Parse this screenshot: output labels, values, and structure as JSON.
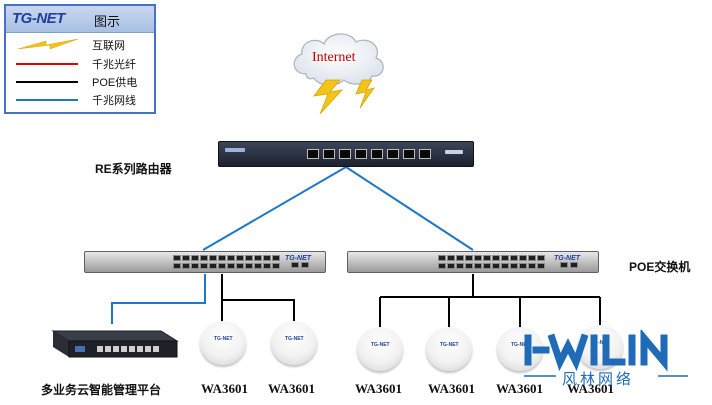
{
  "legend": {
    "brand": "TG-NET",
    "title": "图示",
    "items": [
      {
        "label": "互联网",
        "color": "#f2c41a",
        "kind": "lightning"
      },
      {
        "label": "千兆光纤",
        "color": "#e00000",
        "kind": "line"
      },
      {
        "label": "POE供电",
        "color": "#000000",
        "kind": "line"
      },
      {
        "label": "千兆网线",
        "color": "#1f77c8",
        "kind": "line"
      }
    ]
  },
  "internet": {
    "label": "Internet"
  },
  "router": {
    "label": "RE系列路由器"
  },
  "switches": {
    "label": "POE交换机",
    "brand": "TG-NET"
  },
  "platform": {
    "label": "多业务云智能管理平台"
  },
  "aps": [
    {
      "label": "WA3601"
    },
    {
      "label": "WA3601"
    },
    {
      "label": "WA3601"
    },
    {
      "label": "WA3601"
    },
    {
      "label": "WA3601"
    },
    {
      "label": "WA3601"
    }
  ],
  "watermark": {
    "logo": "I-WLIN",
    "text": "风林网络"
  },
  "colors": {
    "network_line": "#1f77c8",
    "poe_line": "#000000",
    "internet_bolt": "#f2c41a",
    "legend_border": "#4472c4"
  }
}
